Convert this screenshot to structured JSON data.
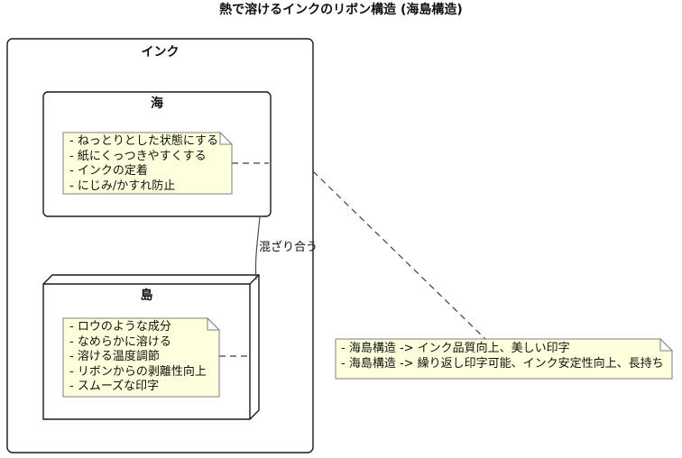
{
  "title": "熱で溶けるインクのリボン構造 (海島構造)",
  "diagram": {
    "type": "component-diagram",
    "labels": {
      "ink": "インク",
      "sea": "海",
      "island": "島",
      "mix": "混ざり合う"
    },
    "notes": {
      "sea": {
        "lines": [
          "- ねっとりとした状態にする",
          "- 紙にくっつきやすくする",
          "- インクの定着",
          "- にじみ/かすれ防止"
        ]
      },
      "island": {
        "lines": [
          "- ロウのような成分",
          "- なめらかに溶ける",
          "- 溶ける温度調節",
          "- リボンからの剥離性向上",
          "- スムーズな印字"
        ]
      },
      "result": {
        "lines": [
          "- 海島構造 -> インク品質向上、美しい印字",
          "- 海島構造 -> 繰り返し印字可能、インク安定性向上、長持ち"
        ]
      }
    },
    "edges": [
      {
        "from": "海",
        "to": "島",
        "label": "混ざり合う",
        "style": "solid"
      },
      {
        "from": "海",
        "to": "海ノート",
        "style": "dashed"
      },
      {
        "from": "島",
        "to": "島ノート",
        "style": "dashed"
      },
      {
        "from": "インク",
        "to": "結果ノート",
        "style": "dashed"
      }
    ],
    "colors": {
      "background": "#ffffff",
      "box_border": "#1a1a1a",
      "note_bg": "#FEFFDD",
      "note_border": "#7f7f7f",
      "edge": "#4d4d4d"
    }
  }
}
